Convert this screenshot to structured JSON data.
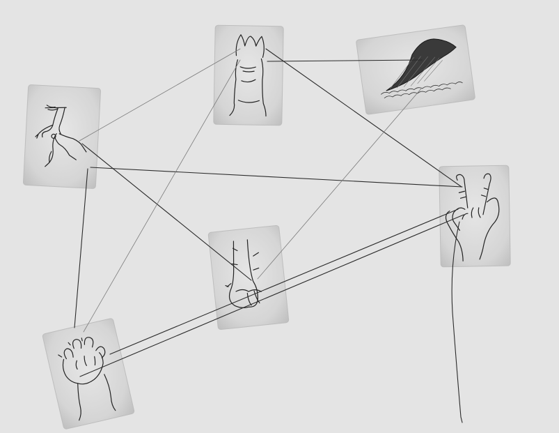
{
  "illustration": {
    "cards": [
      {
        "subject": "bird-foot"
      },
      {
        "subject": "horse-leg"
      },
      {
        "subject": "bird-wing"
      },
      {
        "subject": "human-hand"
      },
      {
        "subject": "hoof"
      },
      {
        "subject": "animal-paw"
      }
    ],
    "colors": {
      "background": "#e4e4e4",
      "card_fill": "#d3d3d3",
      "card_edge": "#b8b8b8",
      "ink": "#1e1e1e",
      "string": "#2c2c2c"
    }
  }
}
